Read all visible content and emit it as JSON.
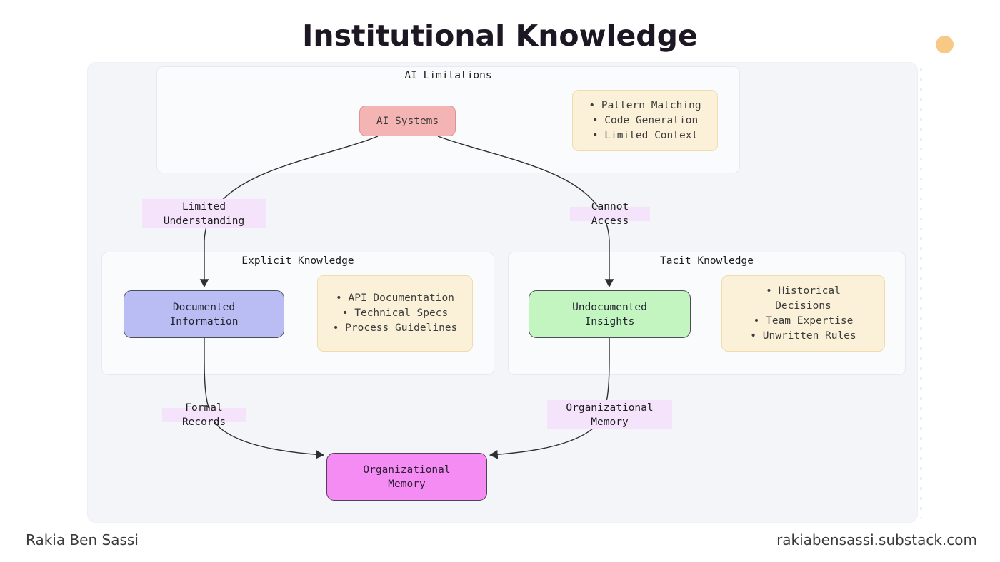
{
  "title": "Institutional Knowledge",
  "decor": {
    "dot_color": "#f7c985"
  },
  "footer": {
    "author": "Rakia Ben Sassi",
    "site": "rakiabensassi.substack.com"
  },
  "diagram": {
    "groups": {
      "ai_limitations": {
        "label": "AI Limitations"
      },
      "explicit": {
        "label": "Explicit Knowledge"
      },
      "tacit": {
        "label": "Tacit Knowledge"
      }
    },
    "nodes": {
      "ai_systems": {
        "label": "AI Systems",
        "fill": "#f5b4b4"
      },
      "documented_information": {
        "label": "Documented Information",
        "fill": "#babdf3"
      },
      "undocumented_insights": {
        "label": "Undocumented Insights",
        "fill": "#c2f5c0"
      },
      "organizational_memory": {
        "label": "Organizational Memory",
        "fill": "#f48cf4"
      }
    },
    "lists": {
      "ai_limitations": {
        "items": [
          "Pattern Matching",
          "Code Generation",
          "Limited Context"
        ]
      },
      "explicit": {
        "items": [
          "API Documentation",
          "Technical Specs",
          "Process Guidelines"
        ]
      },
      "tacit": {
        "items": [
          "Historical Decisions",
          "Team Expertise",
          "Unwritten Rules"
        ]
      }
    },
    "edge_labels": {
      "limited_understanding": {
        "label": "Limited Understanding"
      },
      "cannot_access": {
        "label": "Cannot Access"
      },
      "formal_records": {
        "label": "Formal Records"
      },
      "organizational_memory": {
        "label": "Organizational Memory"
      }
    }
  }
}
